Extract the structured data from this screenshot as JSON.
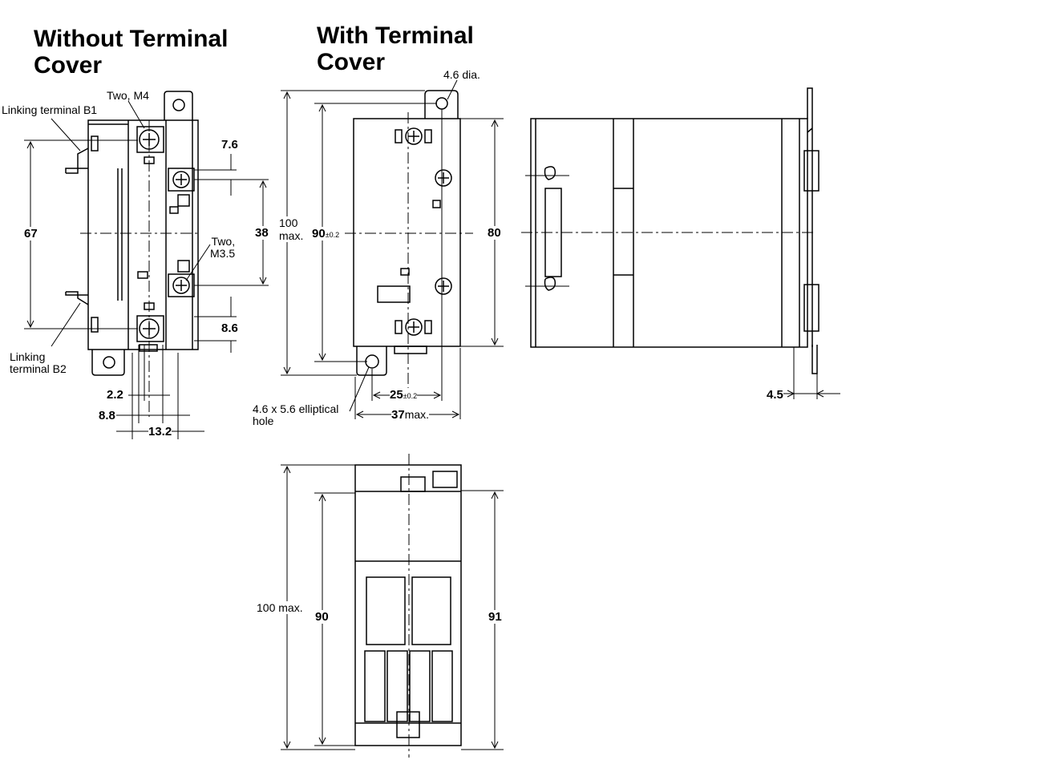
{
  "titles": {
    "without_cover_line1": "Without Terminal",
    "without_cover_line2": "Cover",
    "with_cover_line1": "With Terminal",
    "with_cover_line2": "Cover"
  },
  "labels": {
    "two_m4": "Two, M4",
    "linking_b1": "Linking terminal B1",
    "linking_b2_line1": "Linking",
    "linking_b2_line2": "terminal B2",
    "two_m35_line1": "Two,",
    "two_m35_line2": "M3.5",
    "hole_46": "4.6 dia.",
    "elliptical_line1": "4.6 x 5.6 elliptical",
    "elliptical_line2": "hole"
  },
  "dimensions": {
    "d76": "7.6",
    "d67": "67",
    "d38": "38",
    "d86": "8.6",
    "d22": "2.2",
    "d88": "8.8",
    "d132": "13.2",
    "d100_line1": "100",
    "d100_line2": "max.",
    "d90": "90",
    "d90_tol": "±0.2",
    "d80": "80",
    "d25": "25",
    "d25_tol": "±0.2",
    "d37": "37",
    "d37_suffix": "max.",
    "d45": "4.5",
    "d100max": "100 max.",
    "d90b": "90",
    "d91": "91"
  }
}
